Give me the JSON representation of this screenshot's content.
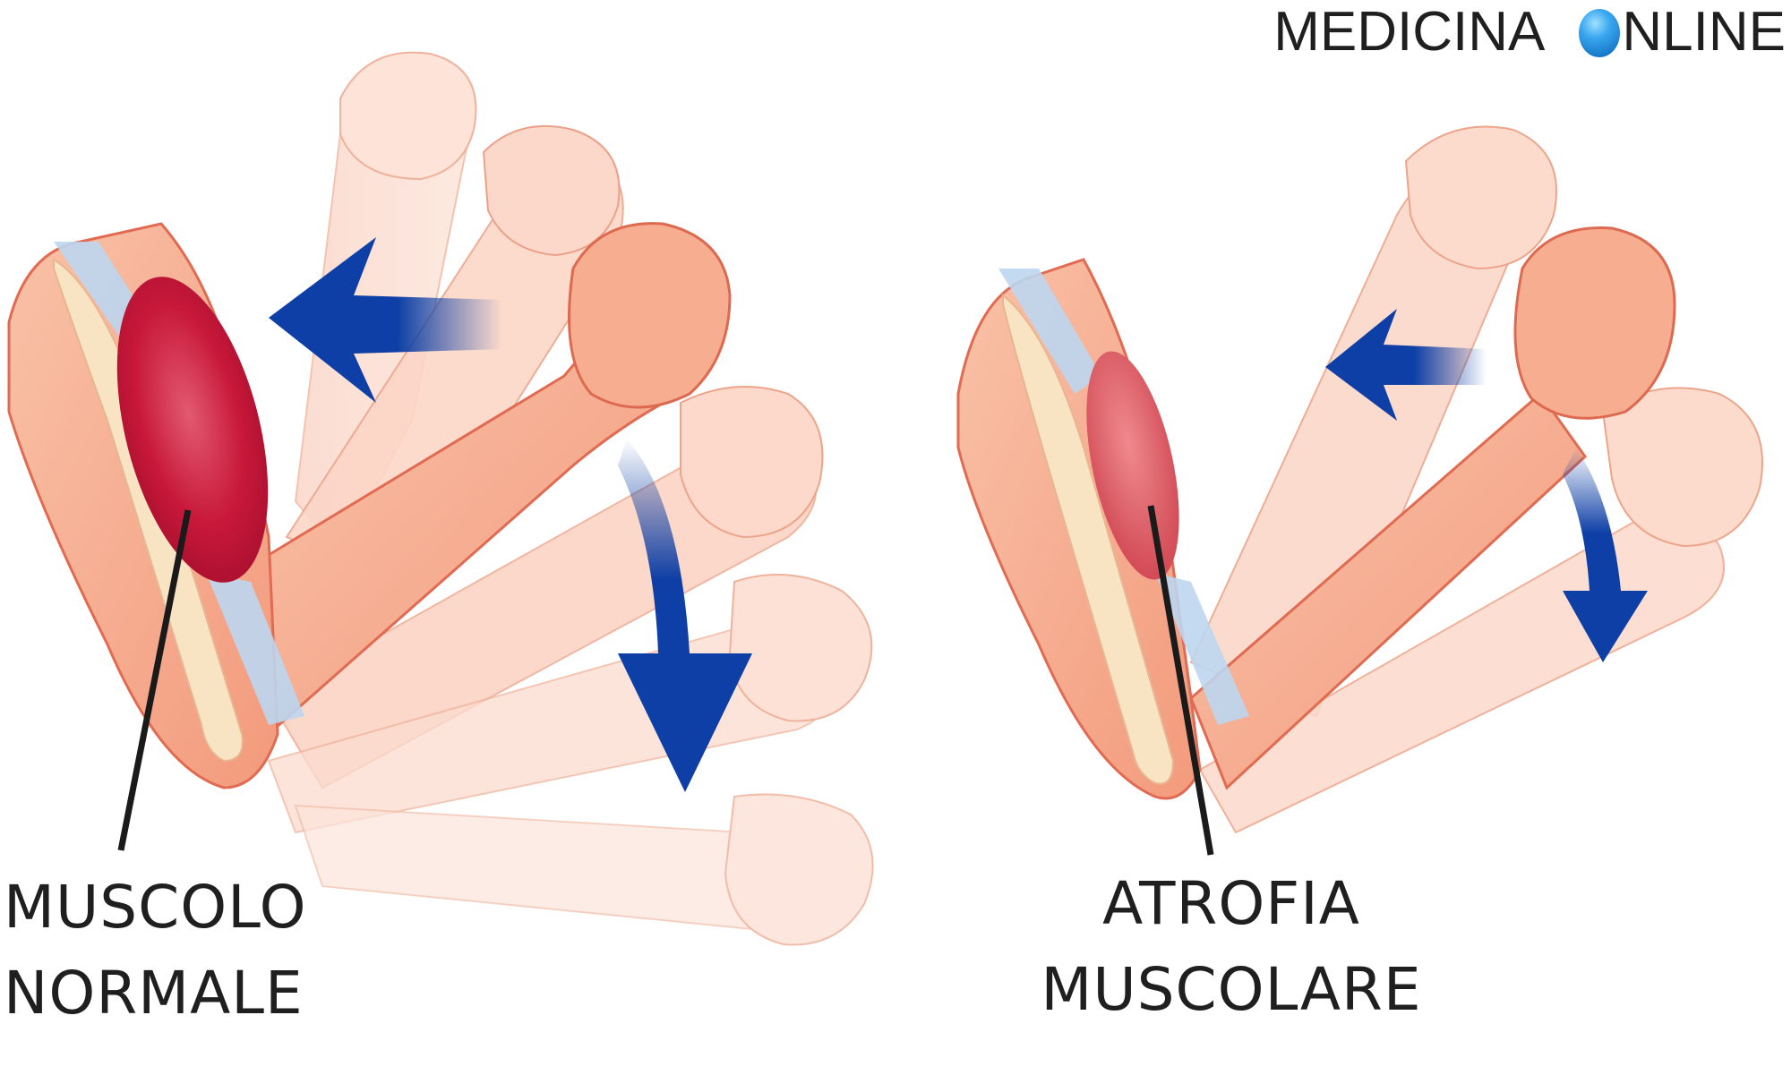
{
  "brand": {
    "word1": "MEDICINA",
    "word2_rest": "NLINE",
    "orb_icon": "blue-sphere-as-letter-O",
    "full_text": "MEDICINA ONLINE"
  },
  "panels": [
    {
      "id": "normal",
      "label_lines": [
        "MUSCOLO",
        "NORMALE"
      ],
      "muscle_color": "#c8183a",
      "arrows": [
        "arrow-left-upper",
        "arrow-down-lower"
      ]
    },
    {
      "id": "atrophy",
      "label_lines": [
        "ATROFIA",
        "MUSCOLARE"
      ],
      "muscle_color": "#d9545c",
      "arrows": [
        "arrow-left-upper-small",
        "arrow-down-lower-small"
      ]
    }
  ],
  "colors": {
    "skin": "#f6a98a",
    "skin_light": "#fbd6c8",
    "outline": "#e3745a",
    "arrow_blue": "#0d3fa6",
    "tendon": "#bcd6ef",
    "bone": "#f8e4c2",
    "pointer": "#1a1a1a"
  }
}
